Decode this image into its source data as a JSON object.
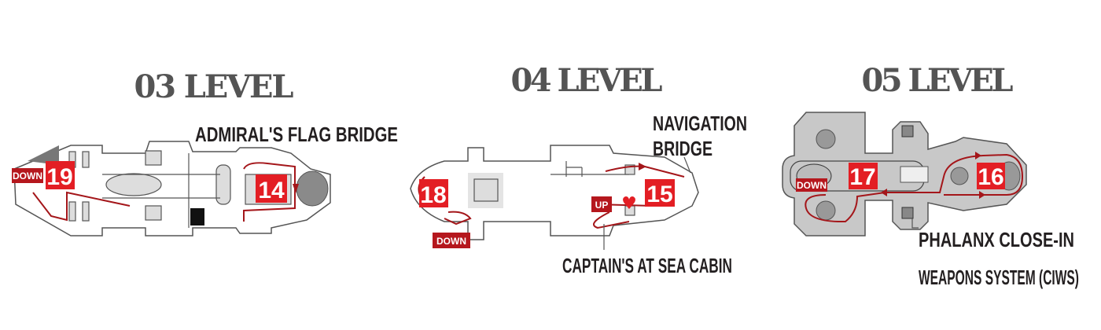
{
  "colors": {
    "stop_red": "#e31e24",
    "route": "#a4161a",
    "title": "#545454",
    "hull_05": "#c8c8c8"
  },
  "levels": [
    {
      "title": "03 LEVEL",
      "callouts": [
        "ADMIRAL'S FLAG BRIDGE"
      ],
      "stops": [
        "19",
        "14"
      ],
      "tags": [
        "DOWN"
      ]
    },
    {
      "title": "04 LEVEL",
      "callouts": [
        "NAVIGATION",
        "BRIDGE",
        "CAPTAIN'S AT SEA CABIN"
      ],
      "stops": [
        "18",
        "15"
      ],
      "tags": [
        "DOWN",
        "UP"
      ]
    },
    {
      "title": "05 LEVEL",
      "callouts": [
        "PHALANX CLOSE-IN",
        "WEAPONS SYSTEM (CIWS)"
      ],
      "stops": [
        "17",
        "16"
      ],
      "tags": [
        "DOWN"
      ]
    }
  ]
}
